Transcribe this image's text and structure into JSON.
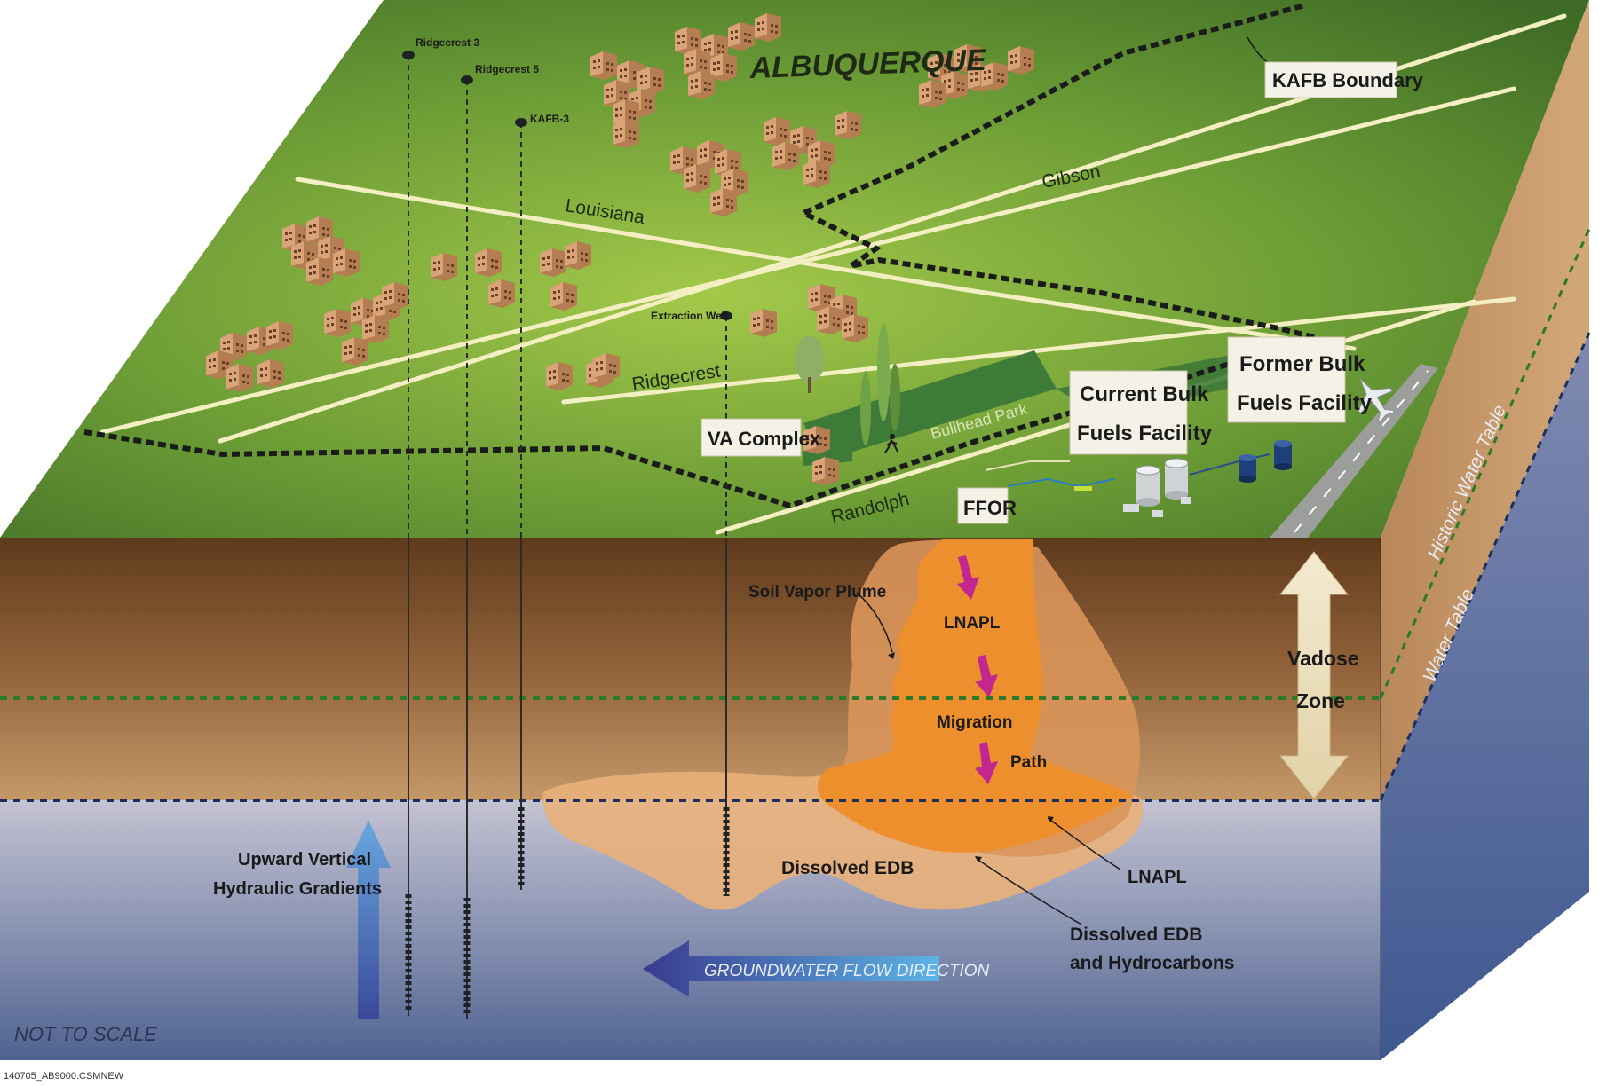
{
  "labels": {
    "city": "ALBUQUERQUE",
    "kafb_boundary": "KAFB Boundary",
    "roads": {
      "louisiana": "Louisiana",
      "gibson": "Gibson",
      "ridgecrest": "Ridgecrest",
      "randolph": "Randolph",
      "bullhead_park": "Bullhead Park"
    },
    "wells": {
      "ridgecrest3": "Ridgecrest 3",
      "ridgecrest5": "Ridgecrest 5",
      "kafb3": "KAFB-3",
      "extraction": "Extraction Well"
    },
    "facilities": {
      "va_complex": "VA Complex",
      "current_bulk_1": "Current Bulk",
      "current_bulk_2": "Fuels Facility",
      "former_bulk_1": "Former Bulk",
      "former_bulk_2": "Fuels Facility",
      "ffor": "FFOR"
    },
    "subsurface": {
      "soil_vapor_plume": "Soil Vapor Plume",
      "lnapl_top": "LNAPL",
      "migration": "Migration",
      "path": "Path",
      "dissolved_edb": "Dissolved EDB",
      "lnapl_right": "LNAPL",
      "dissolved_edb_hydro_1": "Dissolved EDB",
      "dissolved_edb_hydro_2": "and Hydrocarbons",
      "vadose_1": "Vadose",
      "vadose_2": "Zone",
      "upward_1": "Upward Vertical",
      "upward_2": "Hydraulic Gradients",
      "groundwater_flow": "GROUNDWATER FLOW DIRECTION"
    },
    "side": {
      "historic_water_table": "Historic Water Table",
      "water_table": "Water Table"
    },
    "not_to_scale": "NOT TO SCALE",
    "file_id": "140705_AB9000.CSMNEW"
  }
}
